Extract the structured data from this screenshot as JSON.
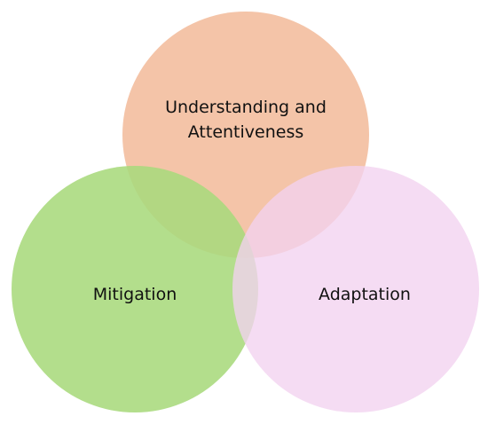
{
  "diagram": {
    "type": "venn",
    "sets": [
      {
        "id": "understanding",
        "lines": [
          "Understanding and",
          "Attentiveness"
        ],
        "color": "#F3BE9F"
      },
      {
        "id": "mitigation",
        "lines": [
          "Mitigation"
        ],
        "color": "#A9D97C"
      },
      {
        "id": "adaptation",
        "lines": [
          "Adaptation"
        ],
        "color": "#F2D2EF"
      }
    ],
    "label_color": "#111111"
  }
}
